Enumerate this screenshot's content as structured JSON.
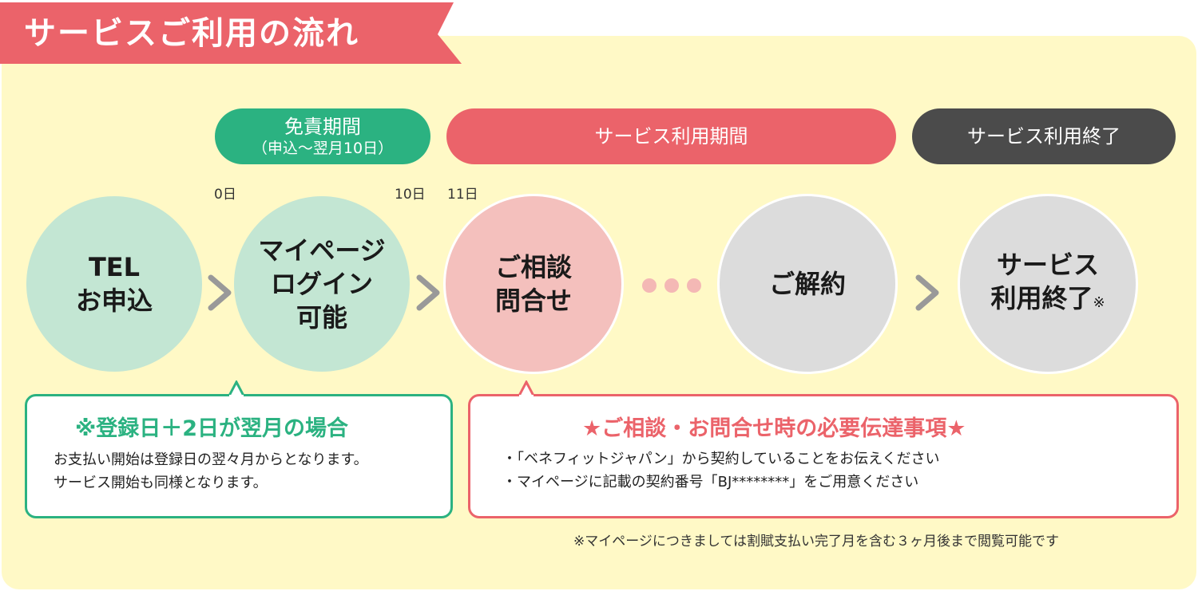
{
  "title": "サービスご利用の流れ",
  "colors": {
    "brand_red": "#eb636a",
    "brand_green": "#2bb281",
    "dark_gray": "#4b4b4b",
    "panel_yellow": "#fff9c6"
  },
  "periods": {
    "exemption": {
      "label": "免責期間",
      "sub": "（申込〜翌月10日）"
    },
    "service": {
      "label": "サービス利用期間"
    },
    "end": {
      "label": "サービス利用終了"
    }
  },
  "days": {
    "day0": "0日",
    "day10": "10日",
    "day11": "11日"
  },
  "steps": {
    "apply": {
      "line1": "TEL",
      "line2": "お申込"
    },
    "mypage": {
      "line1": "マイページ",
      "line2": "ログイン",
      "line3": "可能"
    },
    "consult": {
      "line1": "ご相談",
      "line2": "問合せ"
    },
    "cancel": {
      "line1": "ご解約"
    },
    "finish": {
      "line1": "サービス",
      "line2": "利用終了",
      "mark": "※"
    }
  },
  "icons": {
    "arrow": "chevron-right-icon",
    "ellipsis": "ellipsis-icon"
  },
  "note_green": {
    "heading": "※登録日＋2日が翌月の場合",
    "line1": "お支払い開始は登録日の翌々月からとなります。",
    "line2": "サービス開始も同様となります。"
  },
  "note_red": {
    "heading": "★ご相談・お問合せ時の必要伝達事項★",
    "line1": "・「ベネフィットジャパン」から契約していることをお伝えください",
    "line2": "・マイページに記載の契約番号「BJ********」をご用意ください"
  },
  "footnote": "※マイページにつきましては割賦支払い完了月を含む３ヶ月後まで閲覧可能です"
}
